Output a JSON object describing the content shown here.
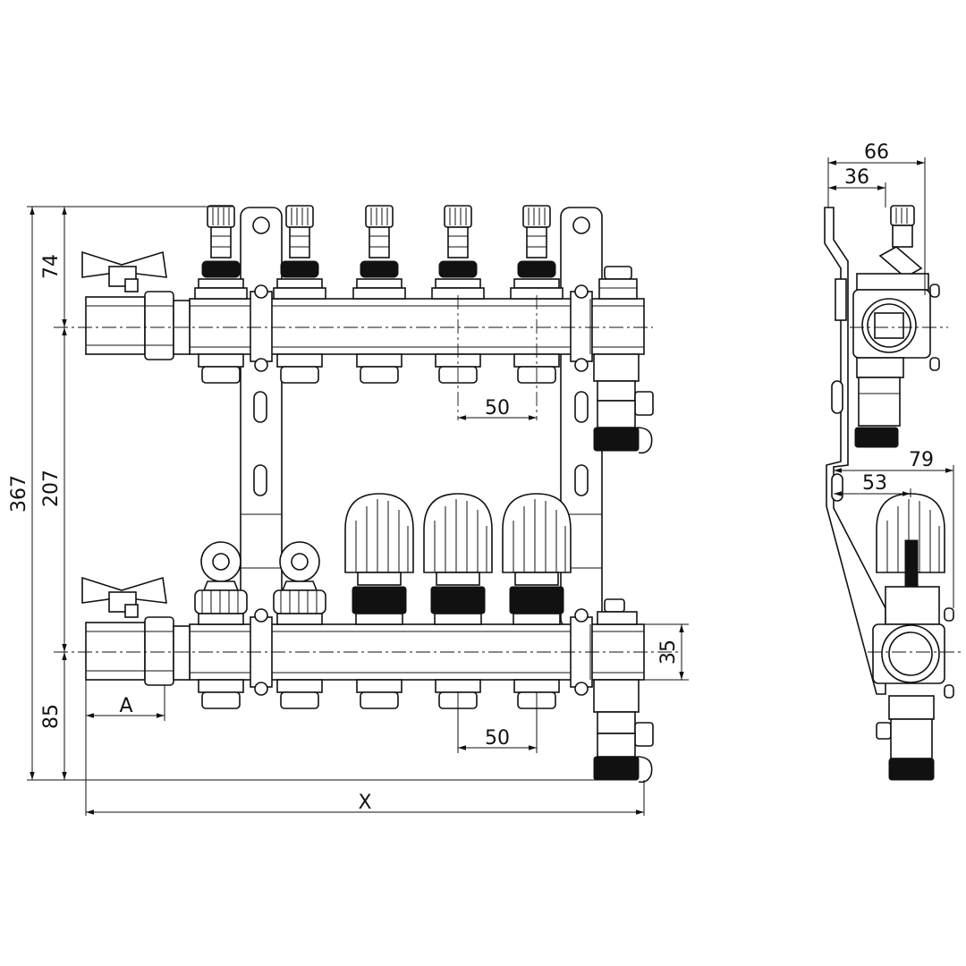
{
  "colors": {
    "line": "#111111",
    "background": "#ffffff"
  },
  "dimensions": {
    "top_segment": "74",
    "middle_segment": "207",
    "overall_height": "367",
    "bottom_segment": "85",
    "outlet_spacing_top": "50",
    "outlet_spacing_bottom": "50",
    "bar_height": "35",
    "inlet_length": "A",
    "overall_width": "X",
    "side_depth_total": "66",
    "side_depth_inner": "36",
    "side_lower_total": "79",
    "side_lower_inner": "53"
  }
}
